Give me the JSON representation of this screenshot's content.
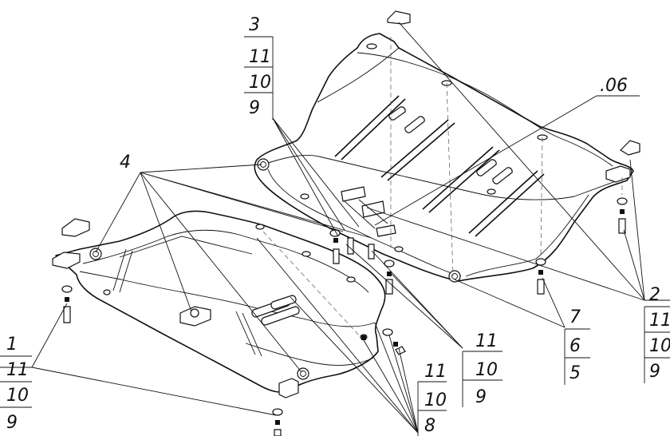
{
  "callouts": {
    "group_top": [
      "3",
      "11",
      "10",
      "9"
    ],
    "detail": ".06",
    "item_4": "4",
    "group_left": [
      "1",
      "11",
      "10",
      "9"
    ],
    "group_right": [
      "2",
      "11",
      "10",
      "9"
    ],
    "group_7": [
      "7",
      "6",
      "5"
    ],
    "group_mid": [
      "11",
      "10",
      "9"
    ],
    "group_bottom": [
      "11",
      "10",
      "8"
    ]
  }
}
